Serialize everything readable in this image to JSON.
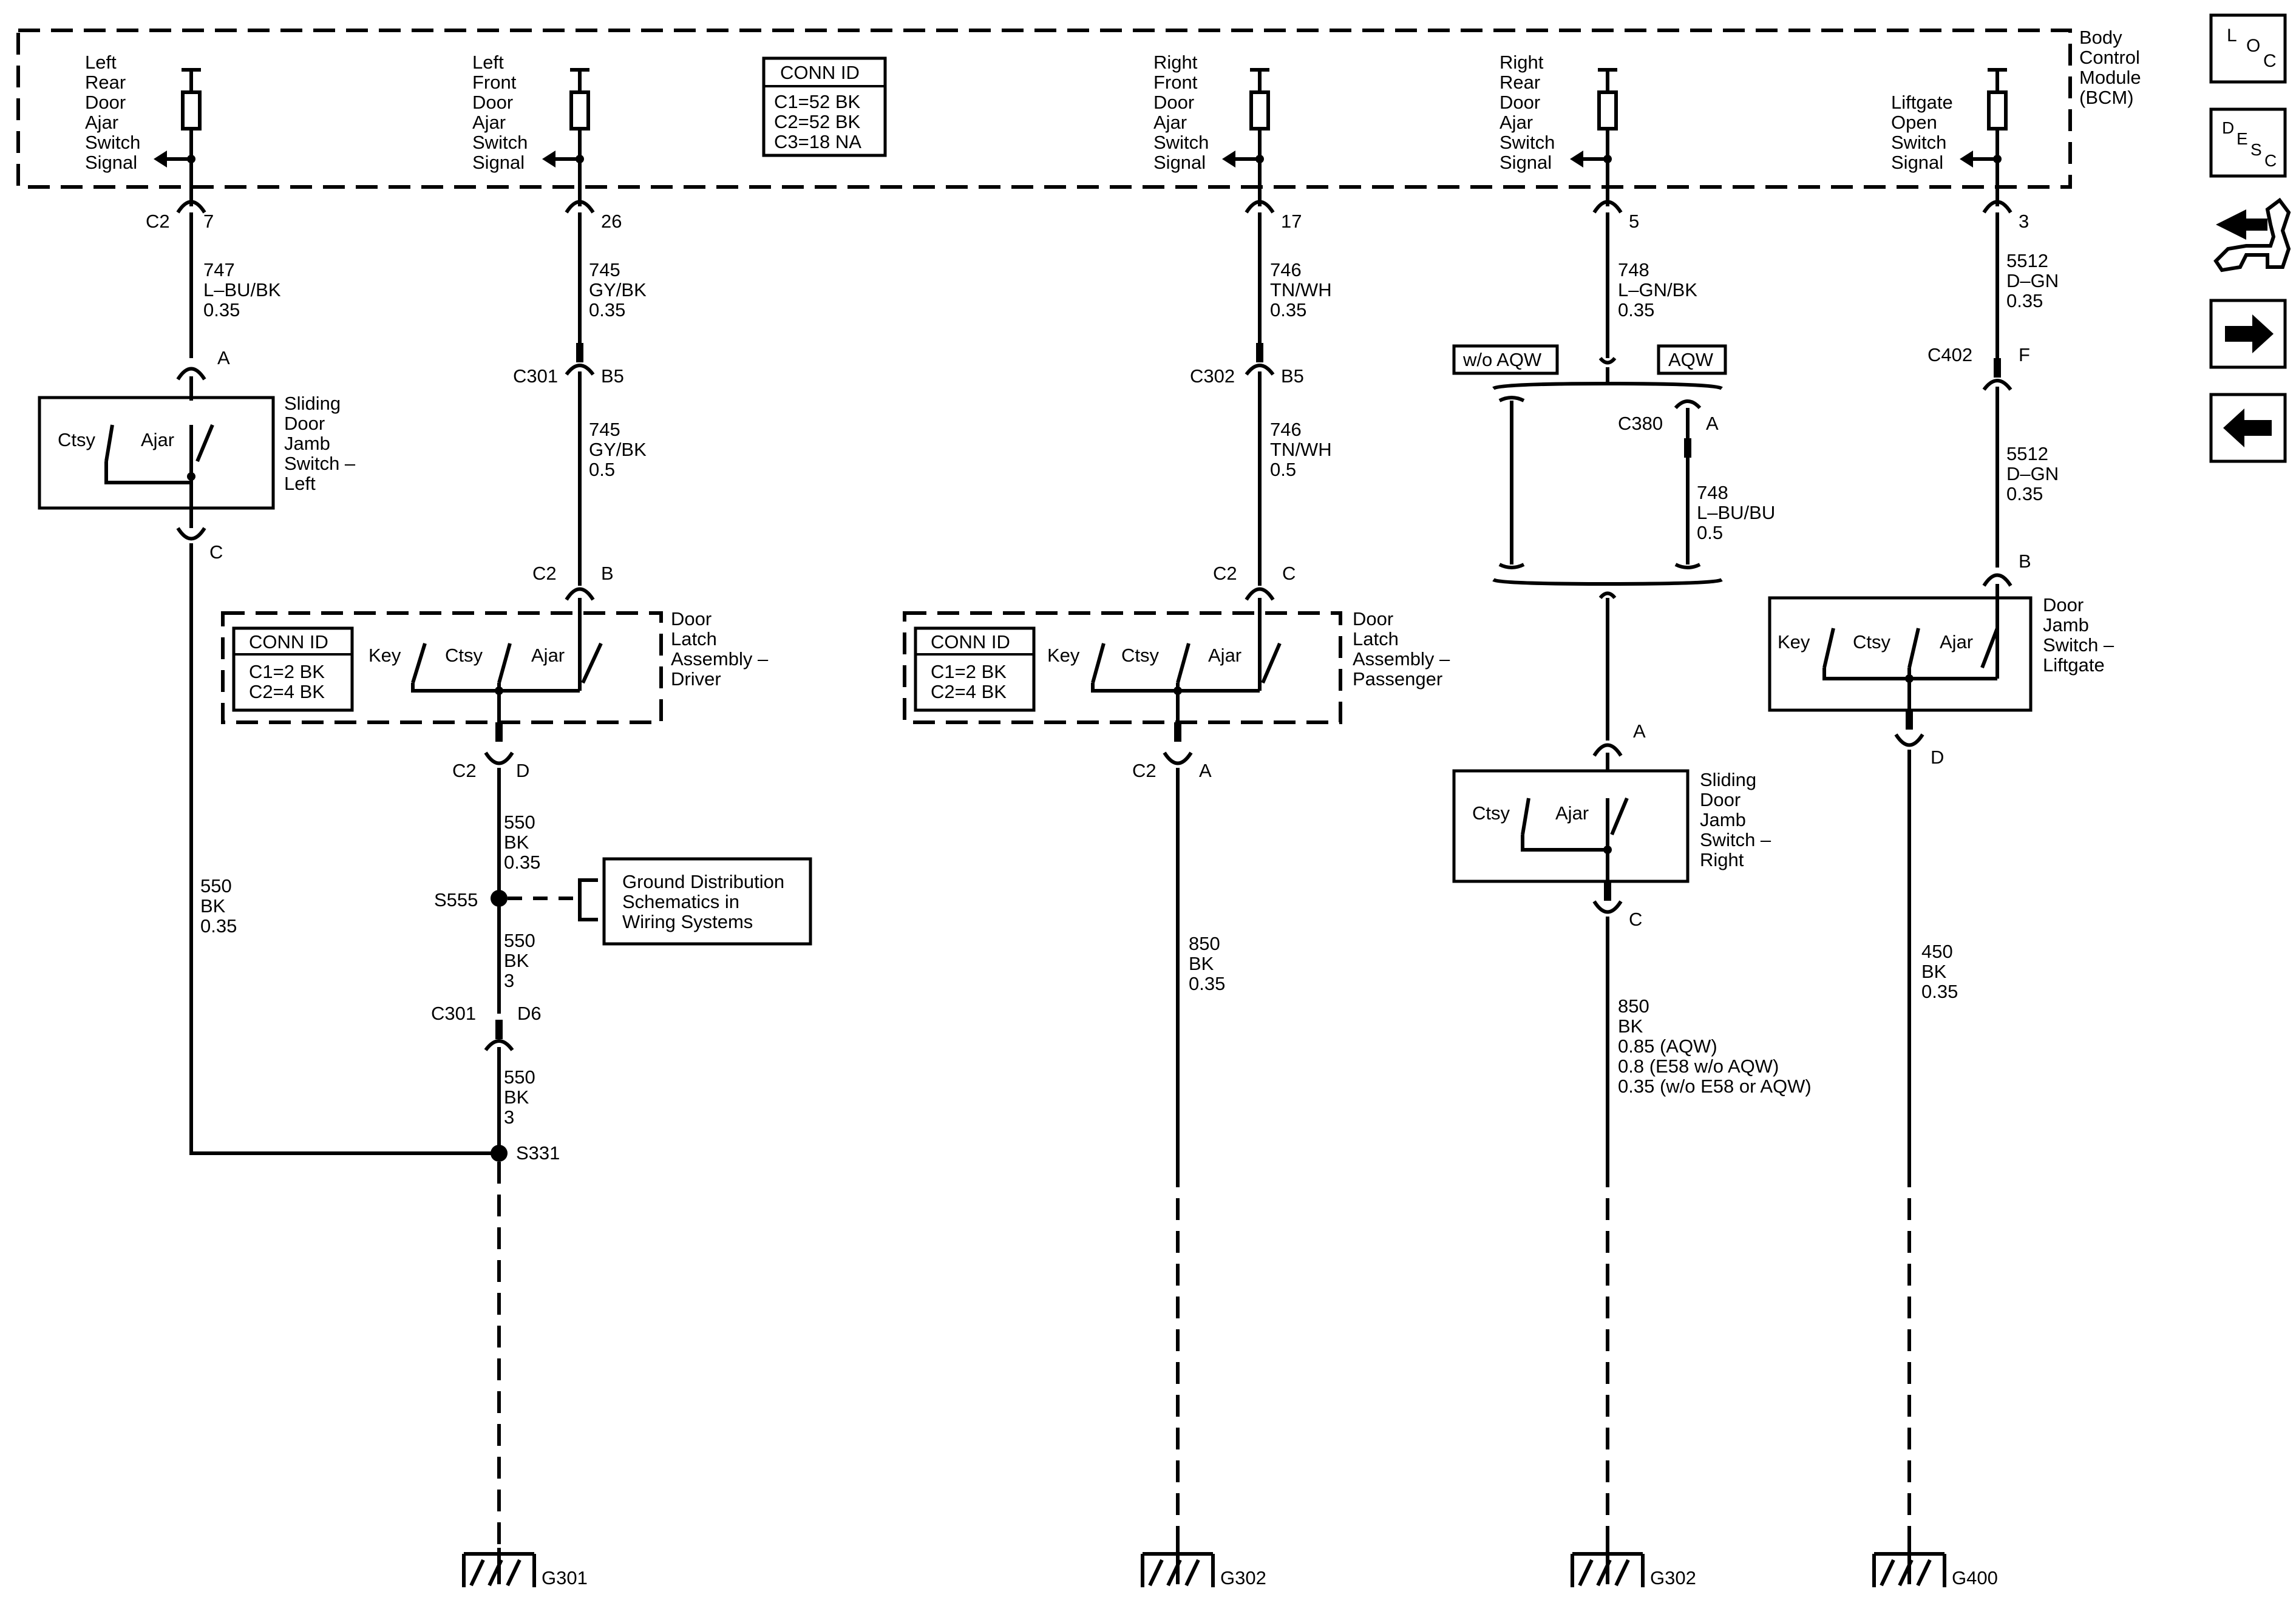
{
  "bcm": {
    "label": [
      "Body",
      "Control",
      "Module",
      "(BCM)"
    ],
    "conn_id": {
      "title": "CONN ID",
      "lines": [
        "C1=52 BK",
        "C2=52 BK",
        "C3=18 NA"
      ]
    },
    "signals": {
      "lr": [
        "Left",
        "Rear",
        "Door",
        "Ajar",
        "Switch",
        "Signal"
      ],
      "lf": [
        "Left",
        "Front",
        "Door",
        "Ajar",
        "Switch",
        "Signal"
      ],
      "rf": [
        "Right",
        "Front",
        "Door",
        "Ajar",
        "Switch",
        "Signal"
      ],
      "rr": [
        "Right",
        "Rear",
        "Door",
        "Ajar",
        "Switch",
        "Signal"
      ],
      "lg": [
        "Liftgate",
        "Open",
        "Switch",
        "Signal"
      ]
    },
    "connector": "C2",
    "pins": {
      "lr": "7",
      "lf": "26",
      "rf": "17",
      "rr": "5",
      "lg": "3"
    }
  },
  "wires": {
    "w747": [
      "747",
      "L–BU/BK",
      "0.35"
    ],
    "w745a": [
      "745",
      "GY/BK",
      "0.35"
    ],
    "w745b": [
      "745",
      "GY/BK",
      "0.5"
    ],
    "w746a": [
      "746",
      "TN/WH",
      "0.35"
    ],
    "w746b": [
      "746",
      "TN/WH",
      "0.5"
    ],
    "w748a": [
      "748",
      "L–GN/BK",
      "0.35"
    ],
    "w748b": [
      "748",
      "L–BU/BU",
      "0.5"
    ],
    "w5512a": [
      "5512",
      "D–GN",
      "0.35"
    ],
    "w5512b": [
      "5512",
      "D–GN",
      "0.35"
    ],
    "w550a": [
      "550",
      "BK",
      "0.35"
    ],
    "w550b": [
      "550",
      "BK",
      "0.35"
    ],
    "w550c": [
      "550",
      "BK",
      "3"
    ],
    "w550d": [
      "550",
      "BK",
      "3"
    ],
    "w850a": [
      "850",
      "BK",
      "0.35"
    ],
    "w850b": [
      "850",
      "BK",
      "0.85 (AQW)",
      "0.8 (E58 w/o AQW)",
      "0.35 (w/o E58 or AQW)"
    ],
    "w450": [
      "450",
      "BK",
      "0.35"
    ]
  },
  "connectors": {
    "c301": "C301",
    "b5": "B5",
    "c302": "C302",
    "c2": "C2",
    "c380": "C380",
    "c402": "C402",
    "a": "A",
    "b": "B",
    "c": "C",
    "d": "D",
    "f": "F",
    "d6": "D6"
  },
  "components": {
    "sliding_left": [
      "Sliding",
      "Door",
      "Jamb",
      "Switch –",
      "Left"
    ],
    "sliding_right": [
      "Sliding",
      "Door",
      "Jamb",
      "Switch –",
      "Right"
    ],
    "latch_driver": [
      "Door",
      "Latch",
      "Assembly –",
      "Driver"
    ],
    "latch_passenger": [
      "Door",
      "Latch",
      "Assembly –",
      "Passenger"
    ],
    "jamb_liftgate": [
      "Door",
      "Jamb",
      "Switch –",
      "Liftgate"
    ],
    "latch_conn_id": {
      "title": "CONN ID",
      "lines": [
        "C1=2 BK",
        "C2=4 BK"
      ]
    },
    "switch_labels": {
      "key": "Key",
      "ctsy": "Ctsy",
      "ajar": "Ajar"
    }
  },
  "options": {
    "wo_aqw": "w/o AQW",
    "aqw": "AQW"
  },
  "splices": {
    "s555": "S555",
    "s331": "S331"
  },
  "ground_ref": [
    "Ground Distribution",
    "Schematics in",
    "Wiring Systems"
  ],
  "grounds": {
    "g301": "G301",
    "g302a": "G302",
    "g302b": "G302",
    "g400": "G400"
  },
  "nav": {
    "loc": [
      "L",
      "O",
      "C"
    ],
    "desc": [
      "D",
      "E",
      "S",
      "C"
    ],
    "forward": "right-arrow-icon",
    "back": "left-arrow-icon",
    "tools": "tools-icon"
  }
}
